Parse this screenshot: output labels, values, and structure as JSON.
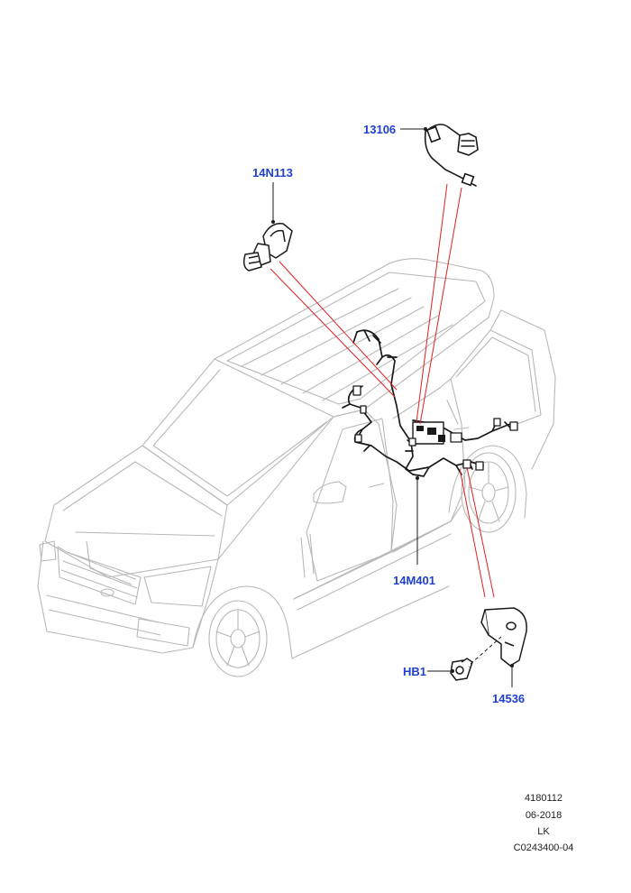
{
  "callouts": {
    "c13106": "13106",
    "c14N113": "14N113",
    "c14M401": "14M401",
    "cHB1": "HB1",
    "c14536": "14536"
  },
  "footer": {
    "line1": "4180112",
    "line2": "06-2018",
    "line3": "LK",
    "line4": "C0243400-04"
  },
  "colors": {
    "callout_text": "#1f3fd1",
    "leader_line": "#e02020",
    "vehicle_outline": "#b8b8b8",
    "harness": "#1a1a1a"
  }
}
